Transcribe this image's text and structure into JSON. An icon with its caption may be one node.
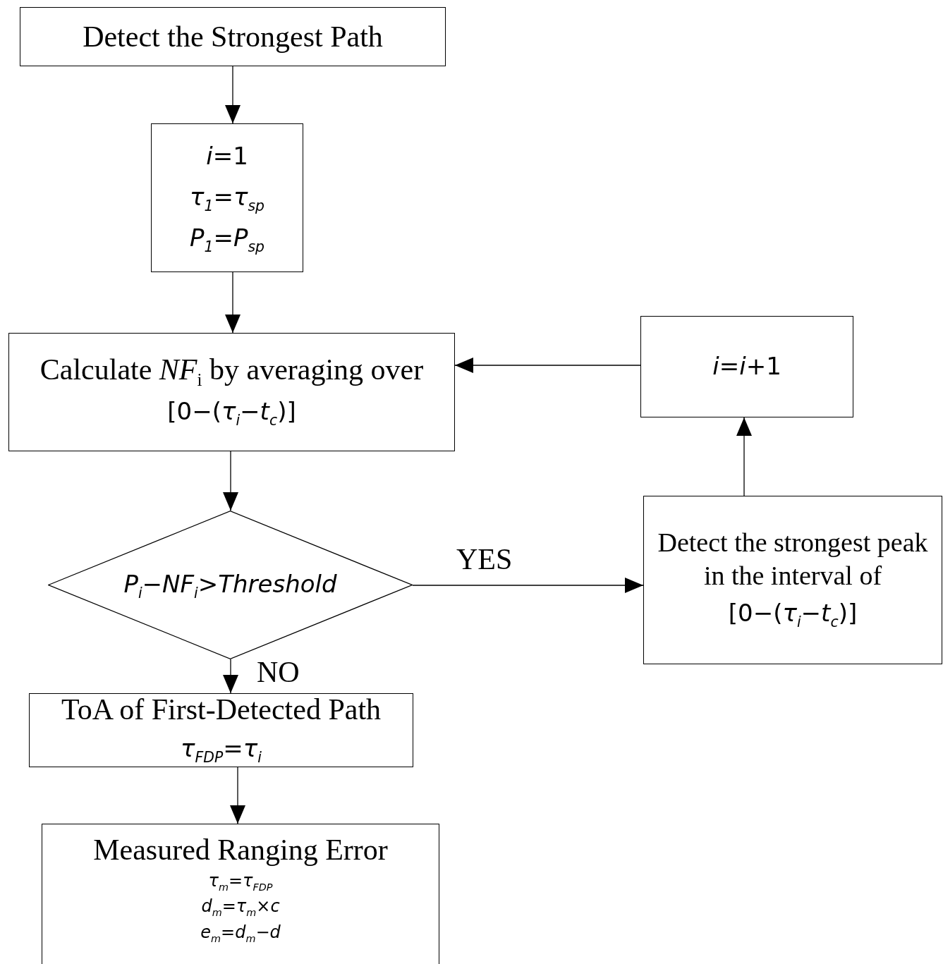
{
  "diagram": {
    "nodes": [
      {
        "text": [
          "Detect the Strongest Path"
        ]
      },
      {
        "text": [
          "*i*=1",
          "*τ*$_{1}$=*τ*$_{sp}$",
          "*P*$_{1}$=*P*$_{sp}$"
        ]
      },
      {
        "text": [
          "Calculate *NF*$_{i}$ by averaging over",
          "[0−(*τ*$_{i}$−*t*$_{c}$)]"
        ]
      },
      {
        "text": [
          "*P*$_{i}$−*NF*$_{i}$>*Threshold*"
        ]
      },
      {
        "text": [
          "ToA of First-Detected Path",
          "*τ*$_{FDP}$=*τ*$_{i}$"
        ]
      },
      {
        "text": [
          "Measured Ranging Error",
          "*τ*$_{m}$=*τ*$_{FDP}$",
          "*d*$_{m}$=*τ*$_{m}$×*c*",
          "*e*$_{m}$=*d*$_{m}$−*d*"
        ]
      },
      {
        "text": [
          "*i*=*i*+1"
        ]
      },
      {
        "text": [
          "Detect the strongest peak in the interval of",
          "[0−(*τ*$_{i}$−*t*$_{c}$)]"
        ]
      }
    ],
    "edges": [
      {
        "from": 0,
        "to": 1,
        "arrow": "to"
      },
      {
        "from": 1,
        "to": 2,
        "arrow": "to"
      },
      {
        "from": 2,
        "to": 3,
        "arrow": "to"
      },
      {
        "from": 3,
        "to": 7,
        "arrow": "to",
        "label": "YES"
      },
      {
        "from": 3,
        "to": 4,
        "arrow": "to",
        "label": "NO"
      },
      {
        "from": 4,
        "to": 5,
        "arrow": "to"
      },
      {
        "from": 7,
        "to": 6,
        "arrow": "to"
      },
      {
        "from": 6,
        "to": 2,
        "arrow": "to"
      }
    ]
  }
}
